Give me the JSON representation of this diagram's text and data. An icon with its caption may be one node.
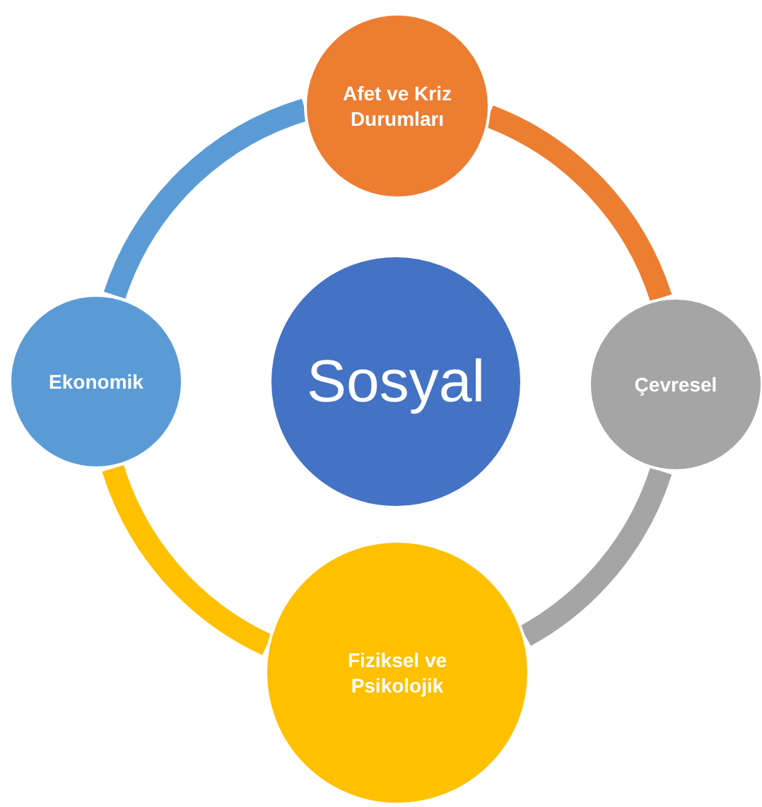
{
  "diagram": {
    "nodes": [
      {
        "text": [
          "Afet ve Kriz Durumları"
        ]
      },
      {
        "text": [
          "Ekonomik"
        ]
      },
      {
        "text": [
          "Sosyal"
        ]
      },
      {
        "text": [
          "Çevresel"
        ]
      },
      {
        "text": [
          "Fiziksel ve Psikolojik"
        ]
      }
    ],
    "edges": [
      {
        "from": 0,
        "to": 3,
        "arrow": "none",
        "color": "#ed7d31"
      },
      {
        "from": 3,
        "to": 4,
        "arrow": "none",
        "color": "#a5a5a5"
      },
      {
        "from": 4,
        "to": 1,
        "arrow": "none",
        "color": "#ffc000"
      },
      {
        "from": 1,
        "to": 0,
        "arrow": "none",
        "color": "#5b9bd5"
      }
    ]
  }
}
